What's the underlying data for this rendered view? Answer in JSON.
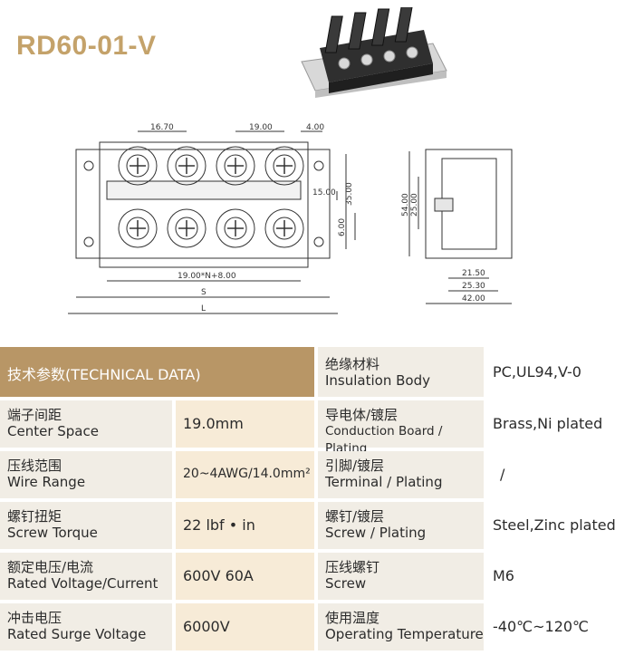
{
  "title": "RD60-01-V",
  "drawing": {
    "dims_top": [
      "16.70",
      "19.00",
      "4.00"
    ],
    "dims_right": [
      "15.00",
      "35.00",
      "6.00"
    ],
    "dims_bottom": [
      "19.00*N+8.00",
      "S",
      "L"
    ],
    "side_dims_left": [
      "54.00",
      "25.00"
    ],
    "side_dims_bottom": [
      "21.50",
      "25.30",
      "42.00"
    ]
  },
  "table": {
    "header_left": "技术参数(TECHNICAL DATA)",
    "header_right_cn": "绝缘材料",
    "header_right_en": "Insulation Body",
    "header_right_value": "PC,UL94,V-0",
    "rows": [
      {
        "l_cn": "端子间距",
        "l_en": "Center Space",
        "l_val": "19.0mm",
        "r_cn": "导电体/镀层",
        "r_en": "Conduction Board / Plating",
        "r_val": "Brass,Ni plated"
      },
      {
        "l_cn": "压线范围",
        "l_en": "Wire Range",
        "l_val": "20~4AWG/14.0mm²",
        "r_cn": "引脚/镀层",
        "r_en": "Terminal / Plating",
        "r_val": "/"
      },
      {
        "l_cn": "螺钉扭矩",
        "l_en": "Screw Torque",
        "l_val": "22 lbf • in",
        "r_cn": "螺钉/镀层",
        "r_en": "Screw / Plating",
        "r_val": "Steel,Zinc plated"
      },
      {
        "l_cn": "额定电压/电流",
        "l_en": "Rated Voltage/Current",
        "l_val": "600V 60A",
        "r_cn": "压线螺钉",
        "r_en": "Screw",
        "r_val": "M6"
      },
      {
        "l_cn": "冲击电压",
        "l_en": "Rated Surge Voltage",
        "l_val": "6000V",
        "r_cn": "使用温度",
        "r_en": "Operating Temperature",
        "r_val": "-40℃~120℃"
      }
    ]
  }
}
